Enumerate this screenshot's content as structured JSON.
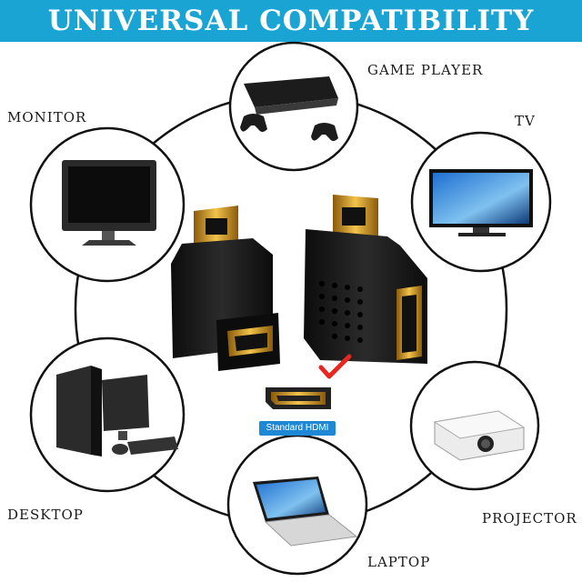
{
  "banner": {
    "title": "UNIVERSAL COMPATIBILITY",
    "color": "#1aa4d4"
  },
  "devices": {
    "game_player": "GAME PLAYER",
    "monitor": "MONITOR",
    "tv": "TV",
    "desktop": "DESKTOP",
    "projector": "PROJECTOR",
    "laptop": "LAPTOP"
  },
  "center": {
    "standard_label": "Standard HDMI"
  },
  "colors": {
    "check": "#e8261f",
    "connector_gold": "#d9a520",
    "adapter_body": "#1b1b1b"
  }
}
